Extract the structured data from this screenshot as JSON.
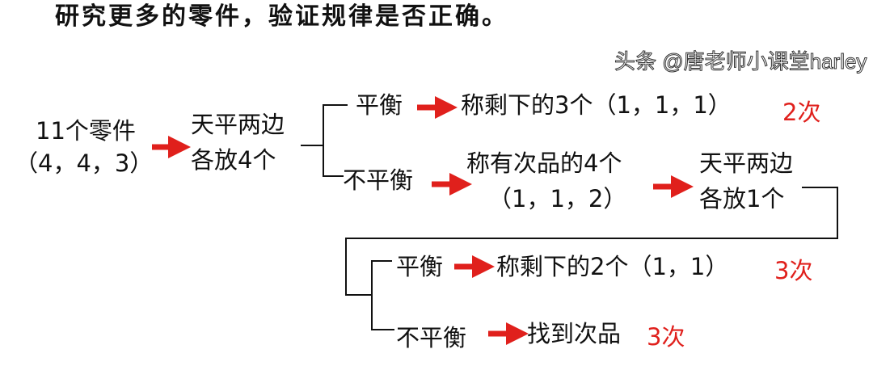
{
  "title": "研究更多的零件，验证规律是否正确。",
  "start": {
    "line1": "11个零件",
    "line2": "（4，4，3）"
  },
  "step1": {
    "line1": "天平两边",
    "line2": "各放4个"
  },
  "branch1_balanced": {
    "label": "平衡",
    "result": "称剩下的3个（1，1，1）",
    "count": "2次"
  },
  "branch1_unbalanced": {
    "label": "不平衡",
    "step_line1": "称有次品的4个",
    "step_line2": "（1，1，2）",
    "next_line1": "天平两边",
    "next_line2": "各放1个"
  },
  "branch2_balanced": {
    "label": "平衡",
    "result": "称剩下的2个（1，1）",
    "count": "3次"
  },
  "branch2_unbalanced": {
    "label": "不平衡",
    "result": "找到次品",
    "count": "3次"
  },
  "watermark": "头条 @唐老师小课堂harley",
  "colors": {
    "arrow": "#e0201c",
    "count": "#e0201c"
  }
}
